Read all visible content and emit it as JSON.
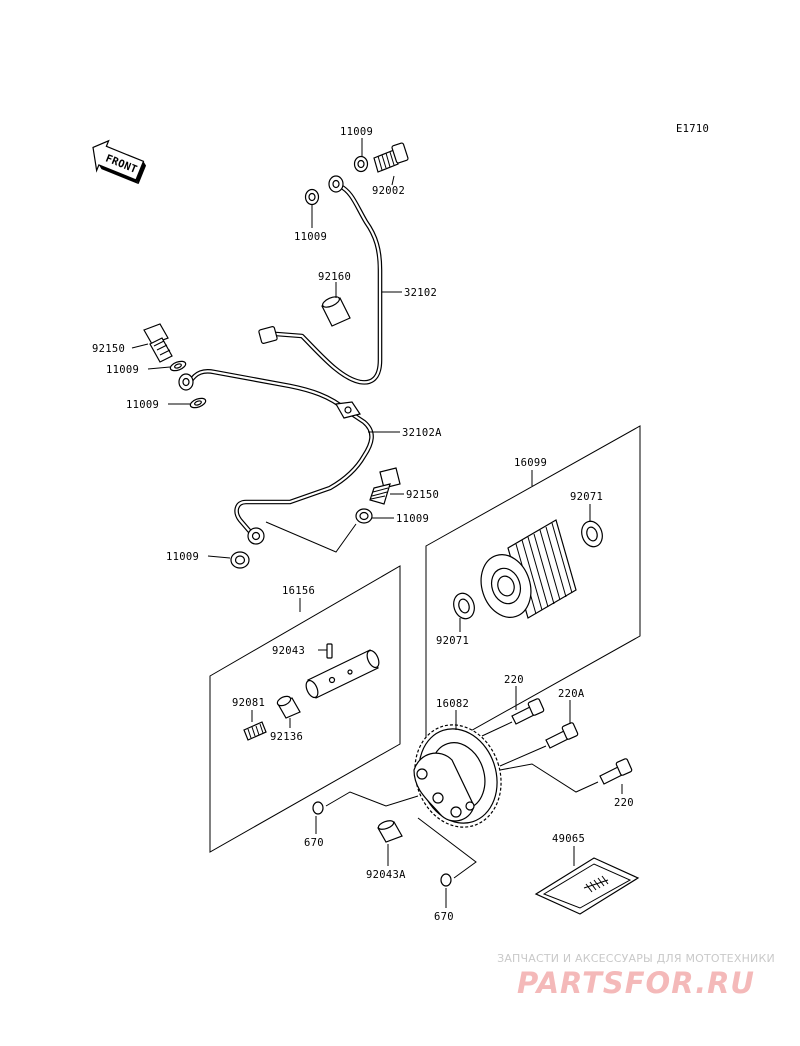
{
  "diagram": {
    "code": "E1710",
    "front_label": "FRONT",
    "parts": {
      "p11009_top": "11009",
      "p92002": "92002",
      "p11009_left": "11009",
      "p92160": "92160",
      "p32102": "32102",
      "p92150_top": "92150",
      "p11009_a": "11009",
      "p11009_b": "11009",
      "p32102a": "32102A",
      "p92150_mid": "92150",
      "p11009_mid": "11009",
      "p11009_low": "11009",
      "p16099": "16099",
      "p92071_right": "92071",
      "p92071_left": "92071",
      "p16156": "16156",
      "p92043": "92043",
      "p92081": "92081",
      "p92136": "92136",
      "p220_a": "220",
      "p220a": "220A",
      "p16082": "16082",
      "p220_b": "220",
      "p670_a": "670",
      "p49065": "49065",
      "p92043a": "92043A",
      "p670_b": "670"
    }
  },
  "watermark": {
    "tagline": "ЗАПЧАСТИ И АКСЕССУАРЫ ДЛЯ МОТОТЕХНИКИ",
    "logo": "PARTSFOR.RU"
  }
}
